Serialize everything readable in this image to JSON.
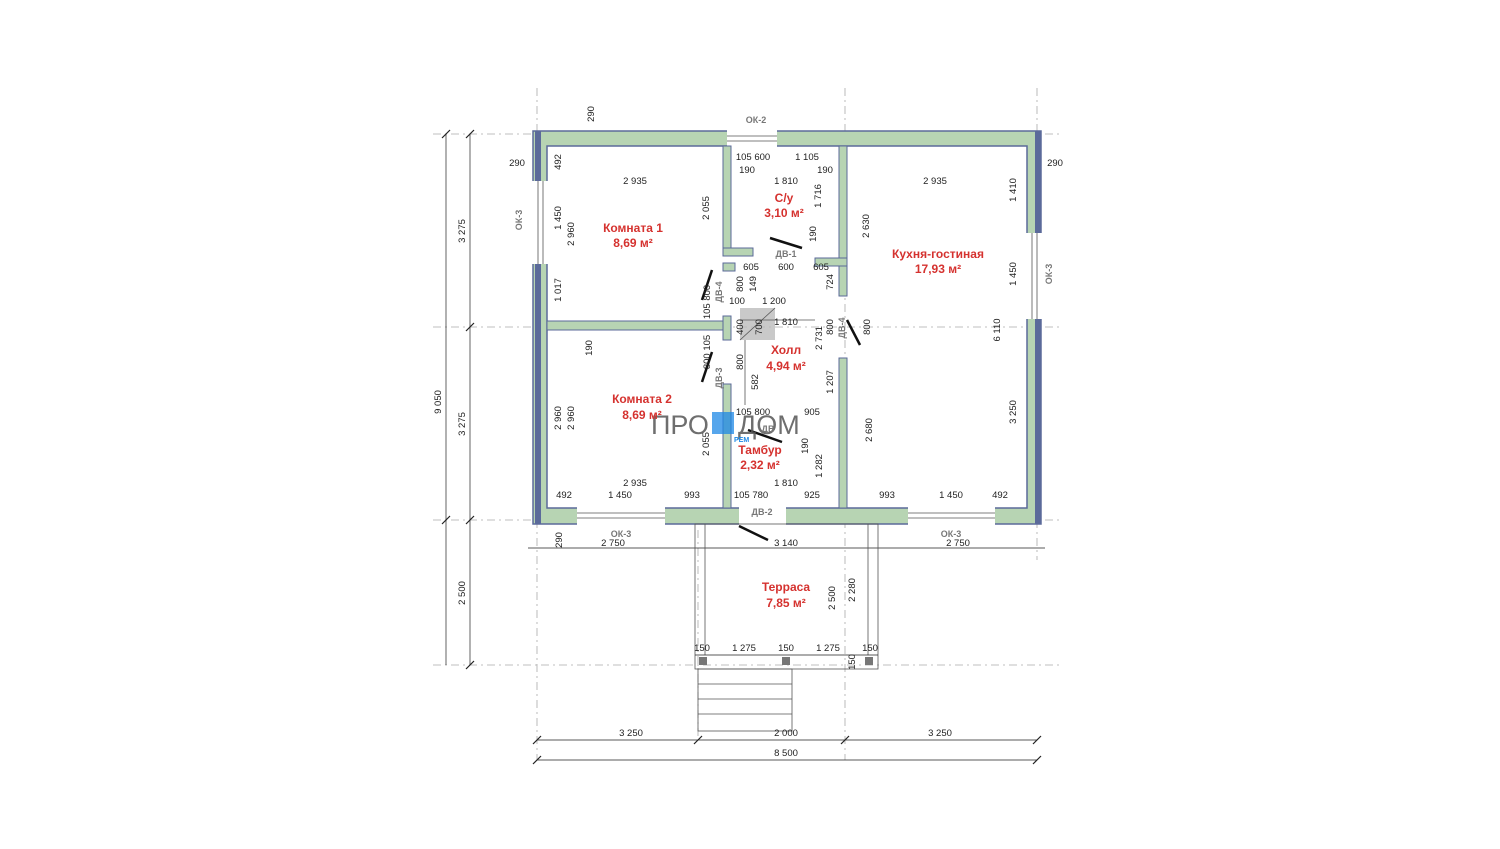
{
  "rooms": {
    "room1": {
      "name": "Комната 1",
      "area": "8,69 м²"
    },
    "bath": {
      "name": "С/у",
      "area": "3,10 м²"
    },
    "kitchen": {
      "name": "Кухня-гостиная",
      "area": "17,93 м²"
    },
    "hall": {
      "name": "Холл",
      "area": "4,94 м²"
    },
    "room2": {
      "name": "Комната 2",
      "area": "8,69 м²"
    },
    "vestibule": {
      "name": "Тамбур",
      "area": "2,32 м²"
    },
    "terrace": {
      "name": "Терраса",
      "area": "7,85 м²"
    }
  },
  "marks": {
    "ok2": "ОК-2",
    "ok3_left": "ОК-3",
    "ok3_right": "ОК-3",
    "ok3_bottom_left": "ОК-3",
    "ok3_bottom_right": "ОК-3",
    "dv1": "ДВ-1",
    "dv2": "ДВ-2",
    "dv4_left": "ДВ-4",
    "dv4_right": "ДВ-4",
    "dv3": "ДВ-3",
    "dv_vest": "ДВ"
  },
  "logo": {
    "left": "ПРО",
    "right": "ДОМ",
    "small": "РЕМ"
  },
  "dims": {
    "top_290": "290",
    "left_290": "290",
    "right_290": "290",
    "bottom_290": "290",
    "r1_492": "492",
    "r1_2935": "2 935",
    "r1_1450": "1 450",
    "r1_2960": "2 960",
    "r1_1017": "1 017",
    "r1_2055": "2 055",
    "b_105_600": "105 600",
    "b_1105": "1 105",
    "b_190a": "190",
    "b_190b": "190",
    "b_1810": "1 810",
    "b_1716": "1 716",
    "b_190c": "190",
    "dv1_605a": "605",
    "dv1_600": "600",
    "dv1_605b": "605",
    "k_2935": "2 935",
    "k_1410": "1 410",
    "k_2630": "2 630",
    "k_1450": "1 450",
    "k_6110": "6 110",
    "k_3250": "3 250",
    "k_2680": "2 680",
    "k_800": "800",
    "h_800a": "800",
    "h_149": "149",
    "h_100": "100",
    "h_1200": "1 200",
    "h_105_800": "105 800",
    "h_400": "400",
    "h_700": "700",
    "h_1810": "1 810",
    "h_2731": "2 731",
    "h_800b": "800",
    "h_724": "724",
    "h_800_105": "800 105",
    "h_800c": "800",
    "h_582": "582",
    "h_1207": "1 207",
    "r2_190": "190",
    "r2_2960a": "2 960",
    "r2_2960b": "2 960",
    "r2_2935": "2 935",
    "r2_2055": "2 055",
    "r2_492": "492",
    "r2_1450": "1 450",
    "r2_993": "993",
    "t_105_800": "105 800",
    "t_905": "905",
    "t_190": "190",
    "t_1282": "1 282",
    "t_1810": "1 810",
    "t_105_780": "105 780",
    "t_925": "925",
    "k_993": "993",
    "k_1450b": "1 450",
    "k_492": "492",
    "bot_2750a": "2 750",
    "bot_3140": "3 140",
    "bot_2750b": "2 750",
    "ter_2500": "2 500",
    "ter_2280": "2 280",
    "ter_150a": "150",
    "ter_1275a": "1 275",
    "ter_150b": "150",
    "ter_1275b": "1 275",
    "ter_150c": "150",
    "ter_150d": "150",
    "ov_3250a": "3 250",
    "ov_2000": "2 000",
    "ov_3250b": "3 250",
    "ov_8500": "8 500",
    "lv_3275a": "3 275",
    "lv_3275b": "3 275",
    "lv_9050": "9 050",
    "lv_2500": "2 500"
  }
}
